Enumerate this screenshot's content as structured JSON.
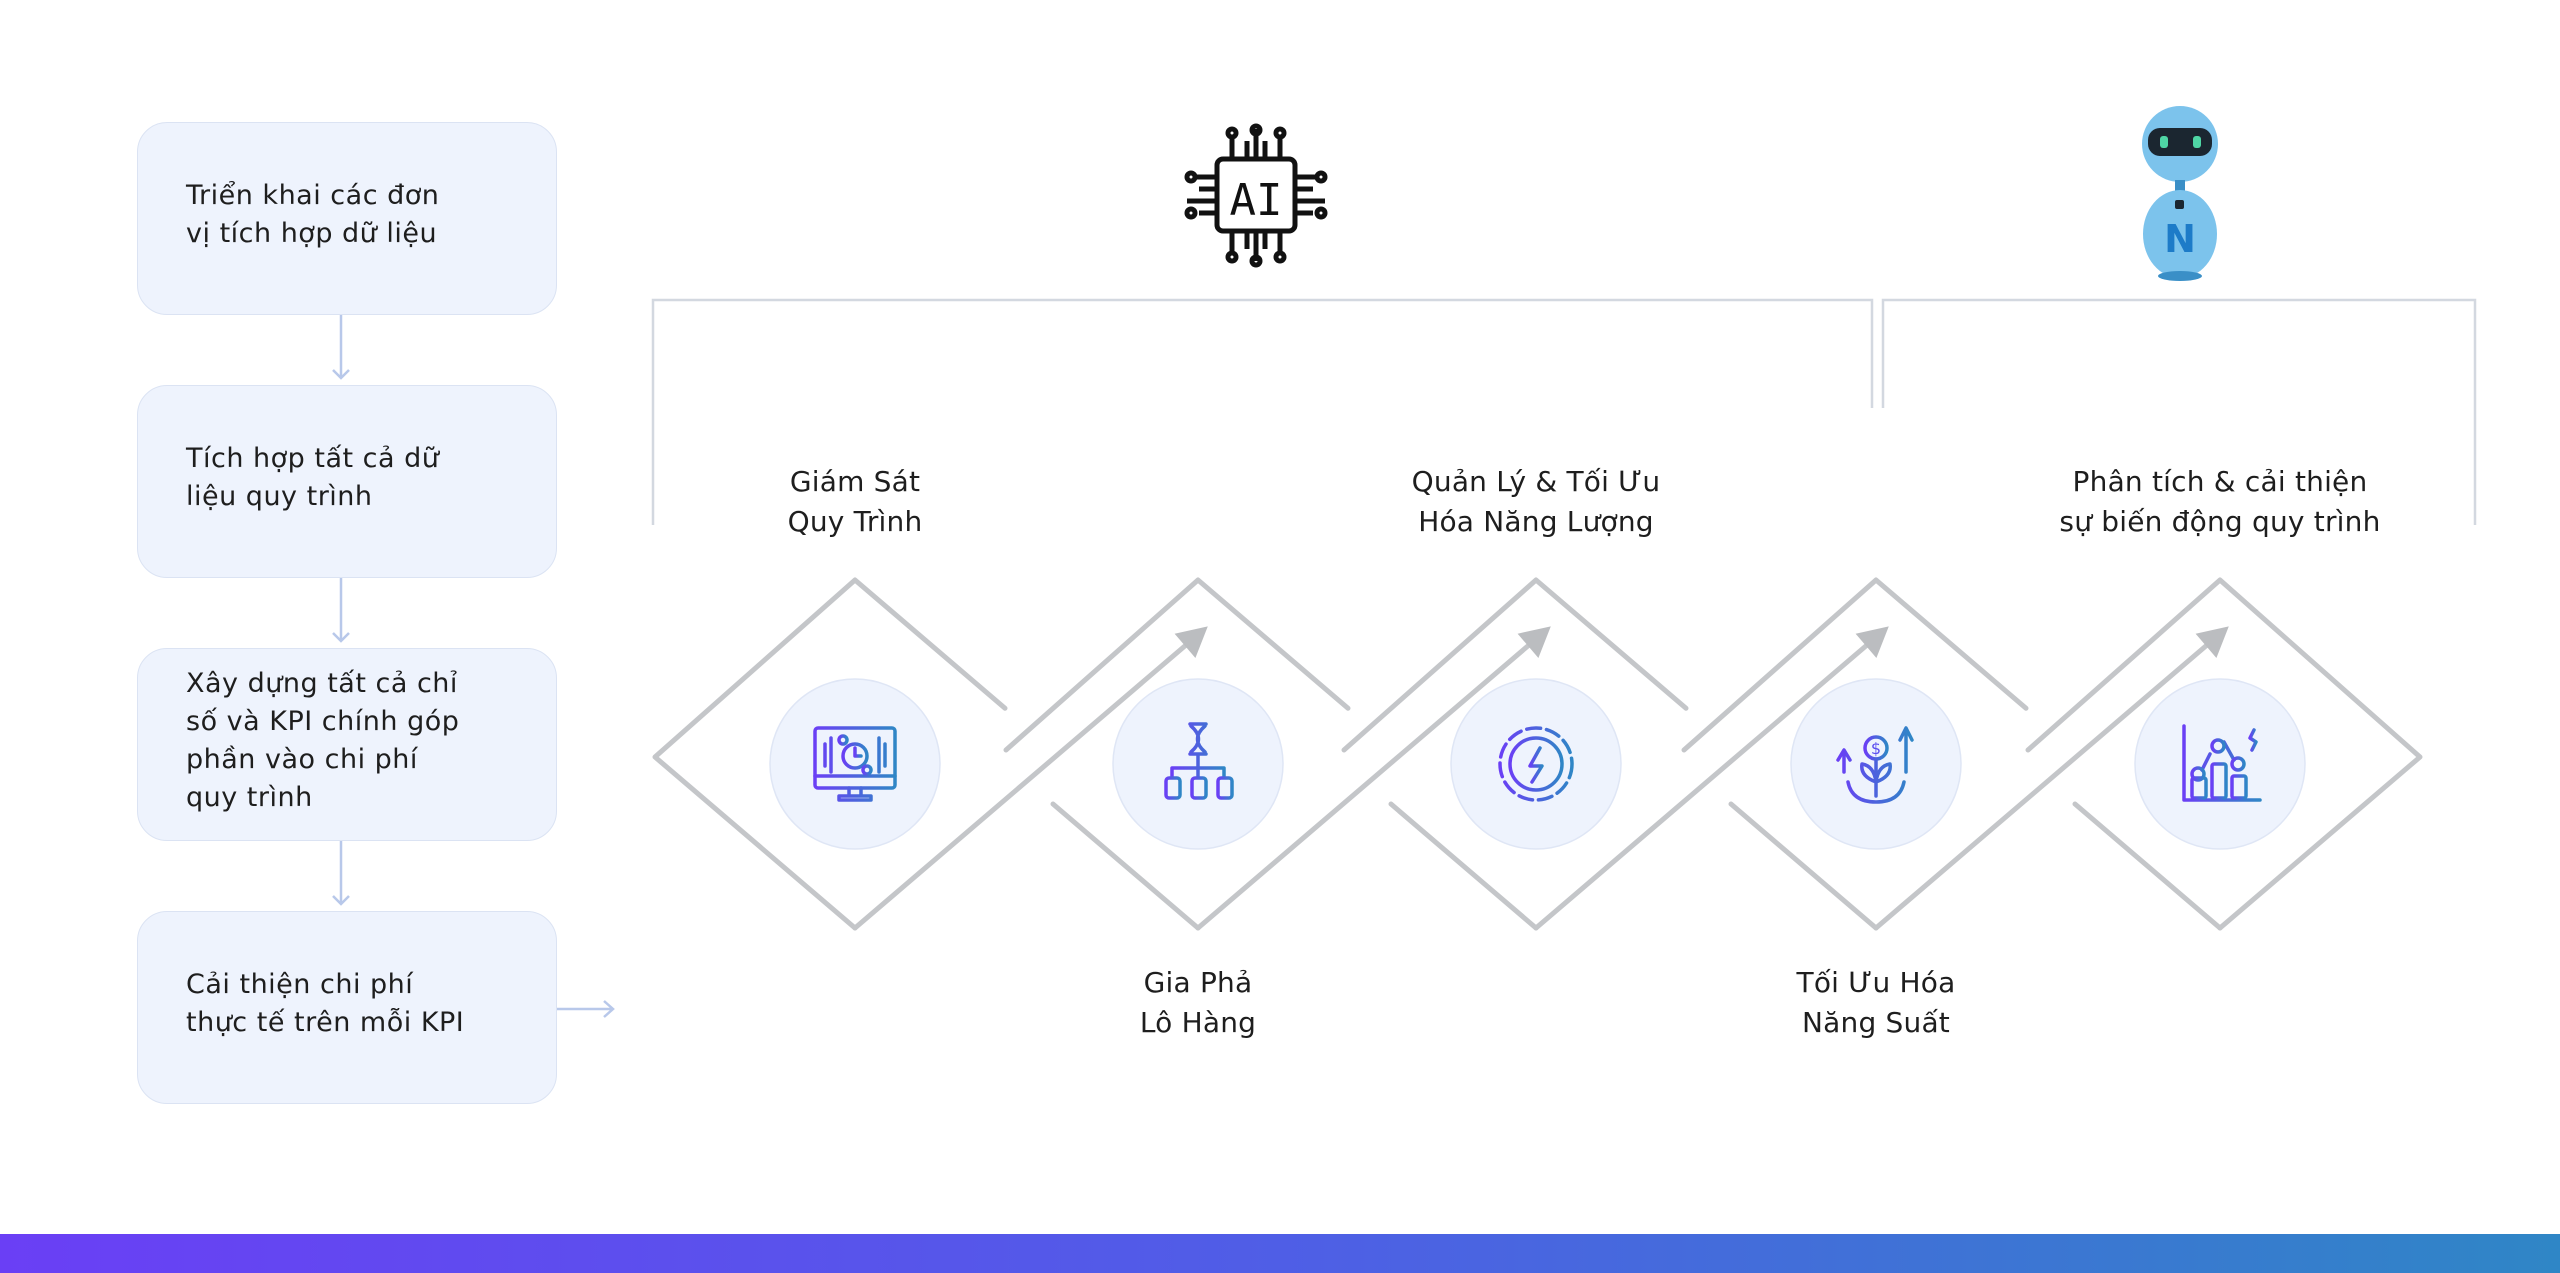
{
  "steps": [
    {
      "label": "Triển khai các đơn\nvị tích hợp dữ liệu"
    },
    {
      "label": "Tích hợp tất cả dữ\nliệu quy trình"
    },
    {
      "label": "Xây dựng tất cả chỉ\nsố và KPI chính góp\nphần vào chi phí\nquy trình"
    },
    {
      "label": "Cải thiện chi phí\nthực tế trên mỗi KPI"
    }
  ],
  "badges": {
    "ai_chip_text": "AI",
    "robot_logo_text": "N"
  },
  "stages": [
    {
      "label": "Giám Sát\nQuy Trình",
      "icon": "monitor-process-icon"
    },
    {
      "label": "Gia Phả\nLô Hàng",
      "icon": "dna-hierarchy-icon"
    },
    {
      "label": "Quản Lý & Tối Ưu\nHóa Năng Lượng",
      "icon": "energy-gear-icon"
    },
    {
      "label": "Tối Ưu Hóa\nNăng Suất",
      "icon": "productivity-growth-icon"
    },
    {
      "label": "Phân tích & cải thiện\nsự biến động quy trình",
      "icon": "analytics-chart-icon"
    }
  ],
  "colors": {
    "accent_start": "#6a3ff5",
    "accent_end": "#2f86c6",
    "box_bg": "#eef3fd",
    "ribbon": "#c4c6c9"
  }
}
